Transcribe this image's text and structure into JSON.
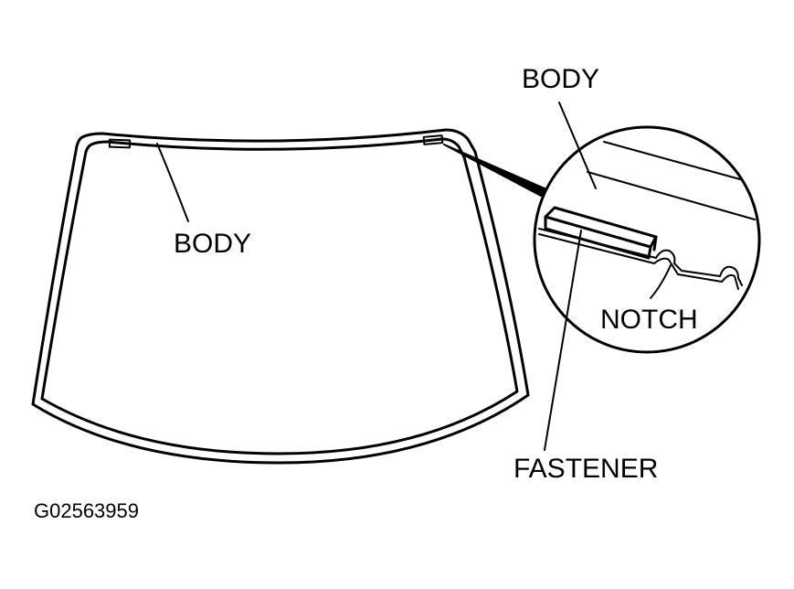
{
  "labels": {
    "body_left": "BODY",
    "body_top": "BODY",
    "notch": "NOTCH",
    "fastener": "FASTENER"
  },
  "figure_code": "G02563959",
  "colors": {
    "ink": "#000000",
    "paper": "#ffffff"
  }
}
